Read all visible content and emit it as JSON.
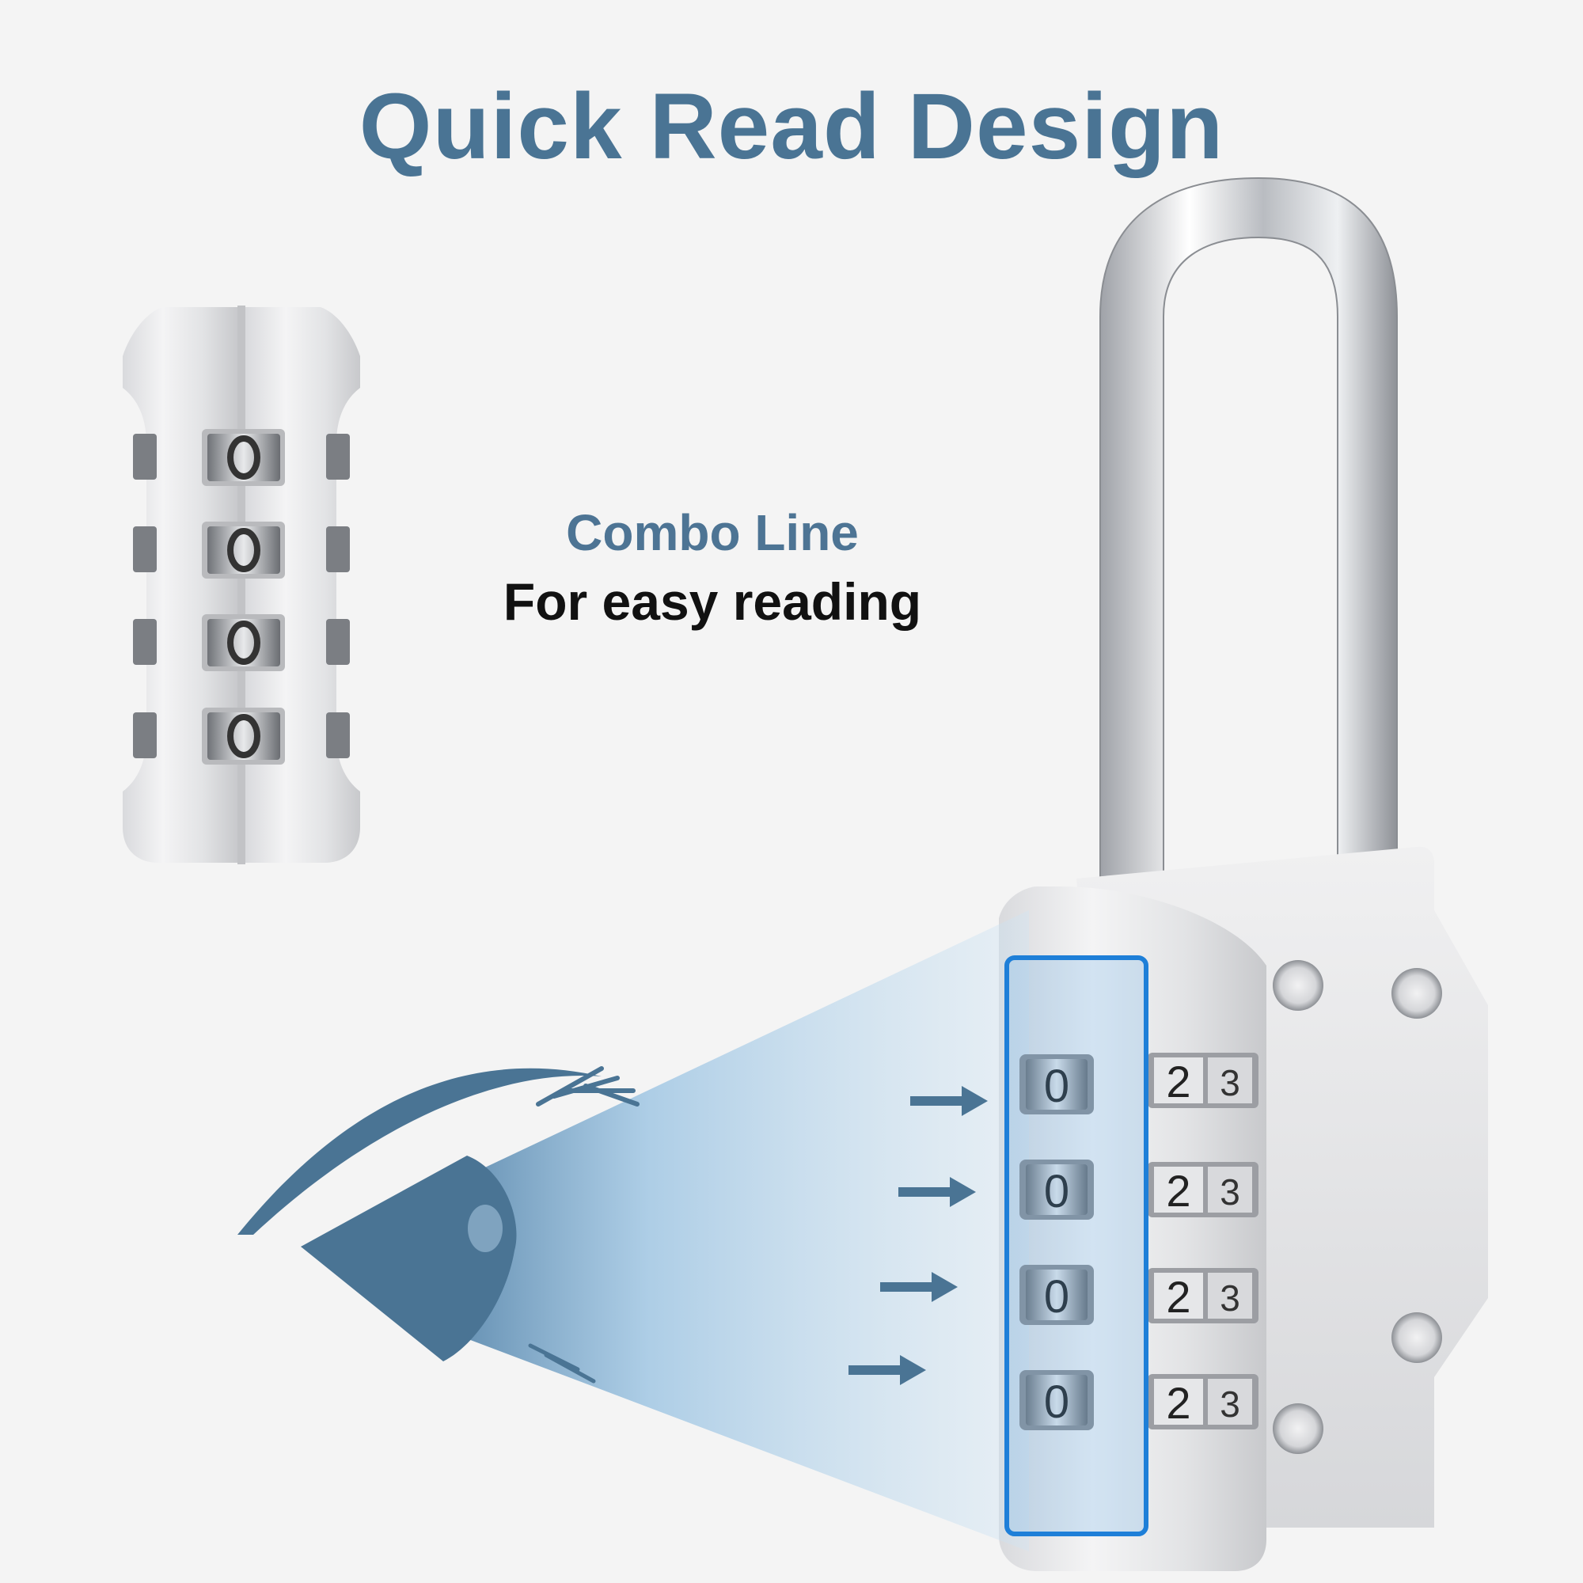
{
  "header": {
    "title": "Quick Read Design"
  },
  "callout": {
    "title": "Combo Line",
    "subtitle": "For easy reading"
  },
  "lock": {
    "front_digits": [
      "0",
      "0",
      "0",
      "0"
    ],
    "side_digits": [
      [
        "2",
        "3"
      ],
      [
        "2",
        "3"
      ],
      [
        "2",
        "3"
      ],
      [
        "2",
        "3"
      ]
    ],
    "dial_count": 4
  },
  "colors": {
    "accent": "#4a7494",
    "highlight": "#1e7fd8",
    "background": "#f4f4f4",
    "text": "#111111"
  },
  "icons": [
    "eye-icon",
    "arrow-right-icon"
  ]
}
